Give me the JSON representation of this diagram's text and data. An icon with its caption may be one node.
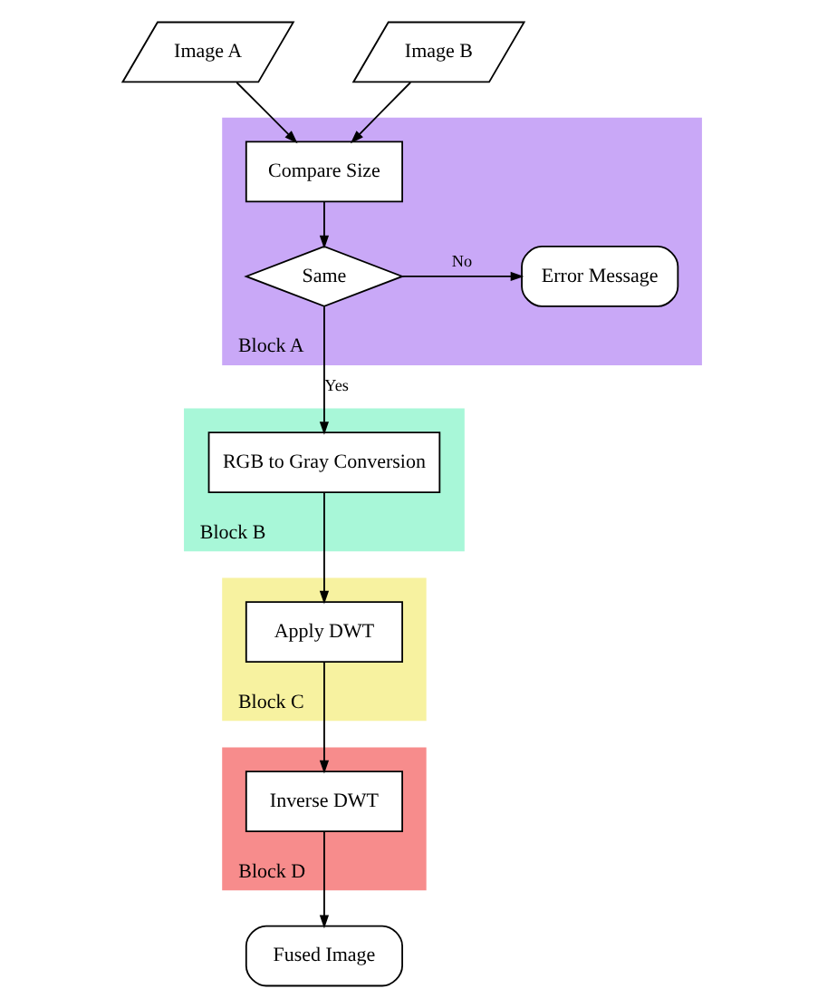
{
  "diagram": {
    "nodes": [
      {
        "text": [
          "Image A"
        ]
      },
      {
        "text": [
          "Image B"
        ]
      },
      {
        "text": [
          "Block A"
        ]
      },
      {
        "text": [
          "Compare Size"
        ],
        "in": 2
      },
      {
        "text": [
          "Same"
        ],
        "in": 2
      },
      {
        "text": [
          "Error Message"
        ],
        "in": 2
      },
      {
        "text": [
          "Block B"
        ]
      },
      {
        "text": [
          "RGB to Gray Conversion"
        ],
        "in": 6
      },
      {
        "text": [
          "Block C"
        ]
      },
      {
        "text": [
          "Apply DWT"
        ],
        "in": 8
      },
      {
        "text": [
          "Block D"
        ]
      },
      {
        "text": [
          "Inverse DWT"
        ],
        "in": 10
      },
      {
        "text": [
          "Fused Image"
        ]
      }
    ],
    "edges": [
      {
        "from": 0,
        "to": 3,
        "arrow": "to"
      },
      {
        "from": 1,
        "to": 3,
        "arrow": "to"
      },
      {
        "from": 3,
        "to": 4,
        "arrow": "to"
      },
      {
        "from": 4,
        "to": 5,
        "arrow": "to",
        "label": "No"
      },
      {
        "from": 4,
        "to": 7,
        "arrow": "to",
        "label": "Yes"
      },
      {
        "from": 7,
        "to": 9,
        "arrow": "to"
      },
      {
        "from": 9,
        "to": 11,
        "arrow": "to"
      },
      {
        "from": 11,
        "to": 12,
        "arrow": "to"
      }
    ]
  }
}
